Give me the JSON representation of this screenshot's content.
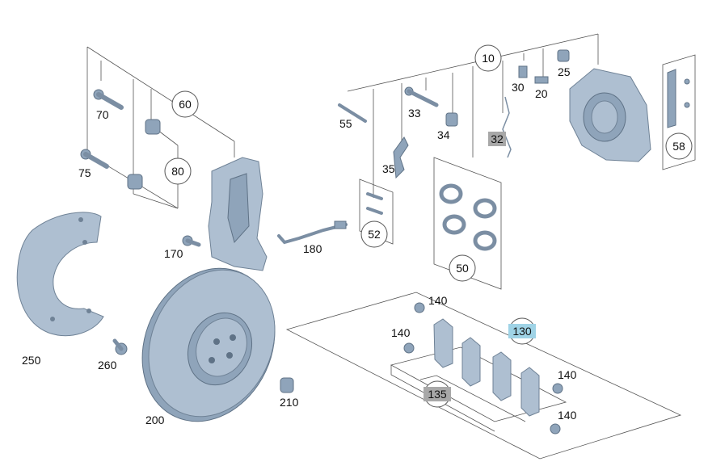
{
  "callouts": {
    "c10": "10",
    "c20": "20",
    "c25": "25",
    "c30": "30",
    "c32": "32",
    "c33": "33",
    "c34": "34",
    "c35": "35",
    "c50": "50",
    "c52": "52",
    "c55": "55",
    "c58": "58",
    "c60": "60",
    "c70": "70",
    "c75": "75",
    "c80": "80",
    "c130": "130",
    "c135": "135",
    "c140a": "140",
    "c140b": "140",
    "c140c": "140",
    "c140d": "140",
    "c170": "170",
    "c180": "180",
    "c200": "200",
    "c210": "210",
    "c250": "250",
    "c260": "260"
  },
  "colors": {
    "part_fill": "#aebfd1",
    "highlight_130": "#9fd3e6",
    "grey_badge": "#a8a8a8"
  }
}
